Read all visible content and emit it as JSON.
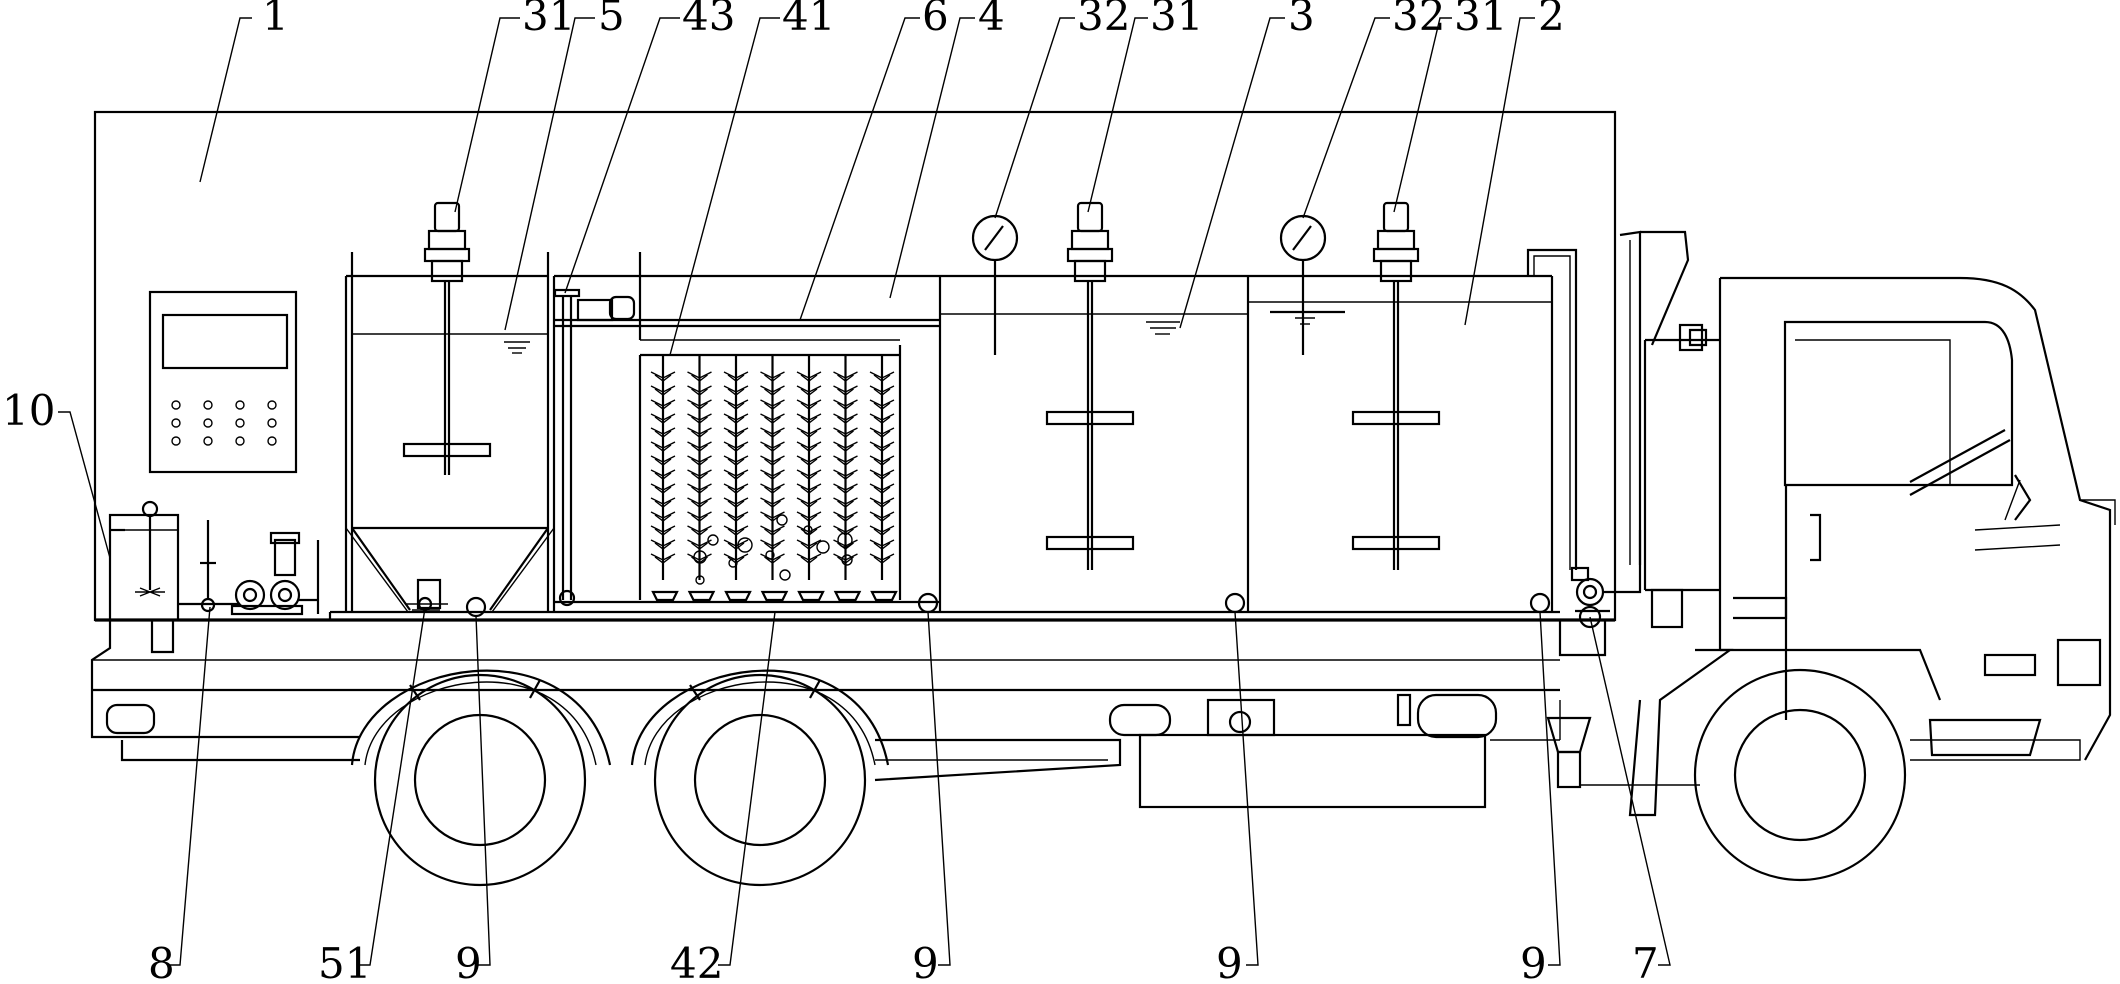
{
  "labels": {
    "l1": "1",
    "l31a": "31",
    "l5": "5",
    "l43": "43",
    "l41": "41",
    "l6": "6",
    "l4": "4",
    "l32a": "32",
    "l31b": "31",
    "l3": "3",
    "l32b": "32",
    "l31c": "31",
    "l2": "2",
    "l10": "10",
    "l8": "8",
    "l51": "51",
    "l9a": "9",
    "l42": "42",
    "l9b": "9",
    "l9c": "9",
    "l9d": "9",
    "l7": "7"
  }
}
